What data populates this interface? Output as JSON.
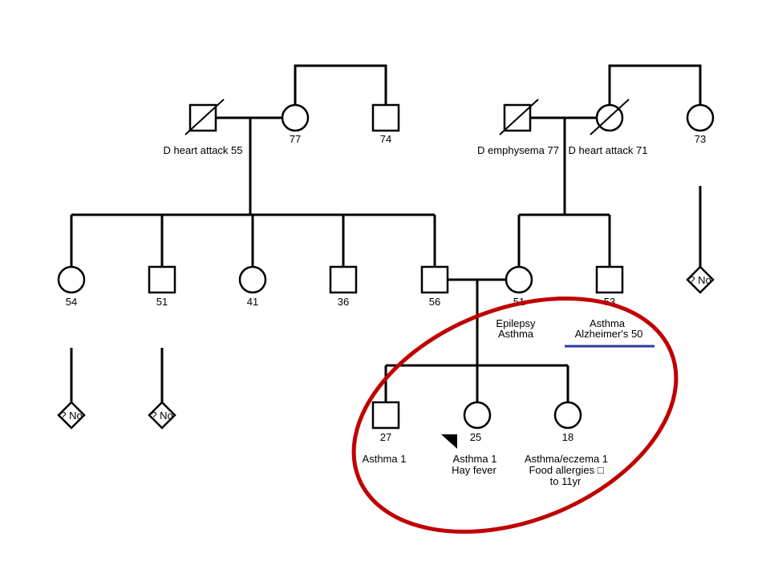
{
  "colors": {
    "line": "#000000",
    "highlight_ellipse": "#c00000",
    "underline": "#2b3a9a"
  },
  "gen1": {
    "paternal_grandfather": {
      "note": "D heart attack 55",
      "deceased": true,
      "sex": "male"
    },
    "paternal_grandmother": {
      "age": "77",
      "sex": "female"
    },
    "paternal_great_uncle": {
      "age": "74",
      "sex": "male"
    },
    "maternal_grandfather": {
      "note": "D emphysema 77",
      "deceased": true,
      "sex": "male"
    },
    "maternal_grandmother": {
      "note": "D heart attack 71",
      "deceased": true,
      "sex": "female"
    },
    "maternal_great_aunt": {
      "age": "73",
      "sex": "female"
    }
  },
  "gen2": {
    "aunt1": {
      "age": "54"
    },
    "uncle1": {
      "age": "51"
    },
    "aunt2": {
      "age": "41"
    },
    "uncle2": {
      "age": "36"
    },
    "father": {
      "age": "56"
    },
    "mother": {
      "age": "51",
      "conditions": [
        "Epilepsy",
        "Asthma"
      ]
    },
    "maternal_uncle": {
      "age": "53",
      "conditions": [
        "Asthma",
        "Alzheimer's 50"
      ]
    }
  },
  "gen3": {
    "son": {
      "age": "27",
      "conditions": [
        "Asthma 1"
      ]
    },
    "proband": {
      "age": "25",
      "conditions": [
        "Asthma 1",
        "Hay fever"
      ]
    },
    "daughter2": {
      "age": "18",
      "conditions": [
        "Asthma/eczema 1",
        "Food allergies □",
        "to 11yr"
      ]
    }
  },
  "unknown_offspring": {
    "aunt1": "? No",
    "uncle1": "? No",
    "great_aunt": "? No"
  }
}
